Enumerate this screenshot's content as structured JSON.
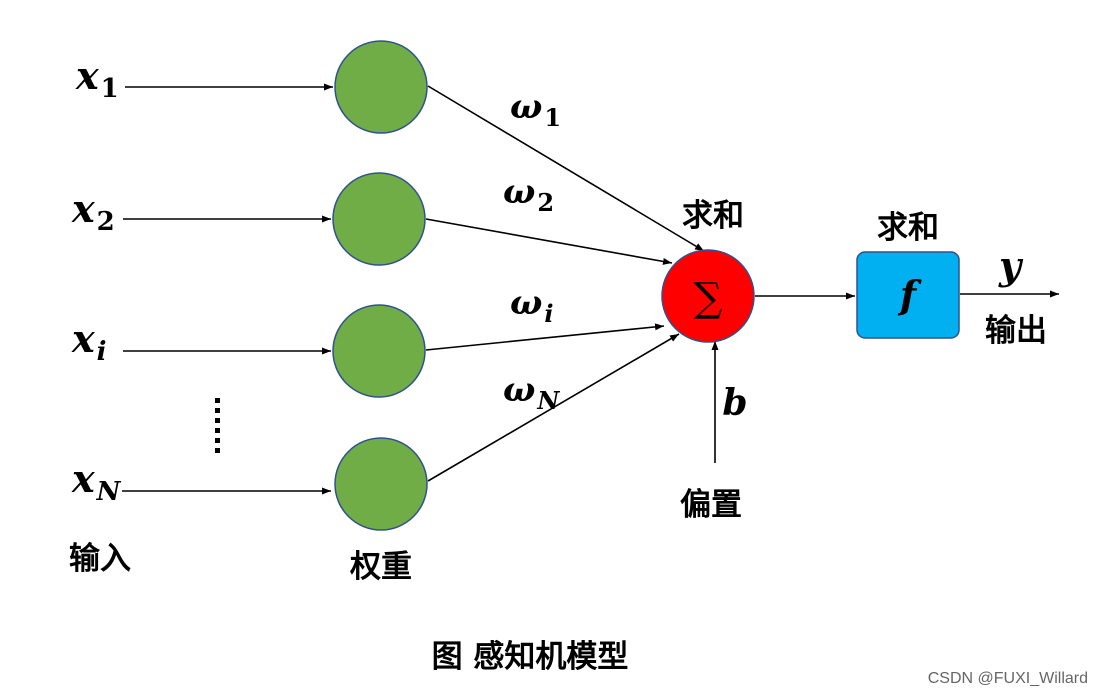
{
  "inputs": [
    {
      "base": "x",
      "sub": "1",
      "sub_italic": false
    },
    {
      "base": "x",
      "sub": "2",
      "sub_italic": false
    },
    {
      "base": "x",
      "sub": "i",
      "sub_italic": true
    },
    {
      "base": "x",
      "sub": "N",
      "sub_italic": true
    }
  ],
  "weights": [
    {
      "base": "ω",
      "sub": "1",
      "sub_italic": false
    },
    {
      "base": "ω",
      "sub": "2",
      "sub_italic": false
    },
    {
      "base": "ω",
      "sub": "i",
      "sub_italic": true
    },
    {
      "base": "ω",
      "sub": "N",
      "sub_italic": true
    }
  ],
  "labels": {
    "input": "输入",
    "weight": "权重",
    "sum_node": "求和",
    "activation_box": "求和",
    "bias": "偏置",
    "output": "输出"
  },
  "symbols": {
    "sigma": "∑",
    "bias": "b",
    "activation": "f",
    "output": "y",
    "ellipsis": "⋮"
  },
  "caption": "图 感知机模型",
  "watermark": "CSDN @FUXI_Willard",
  "colors": {
    "weight_node": "#70AD47",
    "sum_node": "#FF0000",
    "activation_box": "#00B0F0",
    "node_border": "#2F528F"
  }
}
